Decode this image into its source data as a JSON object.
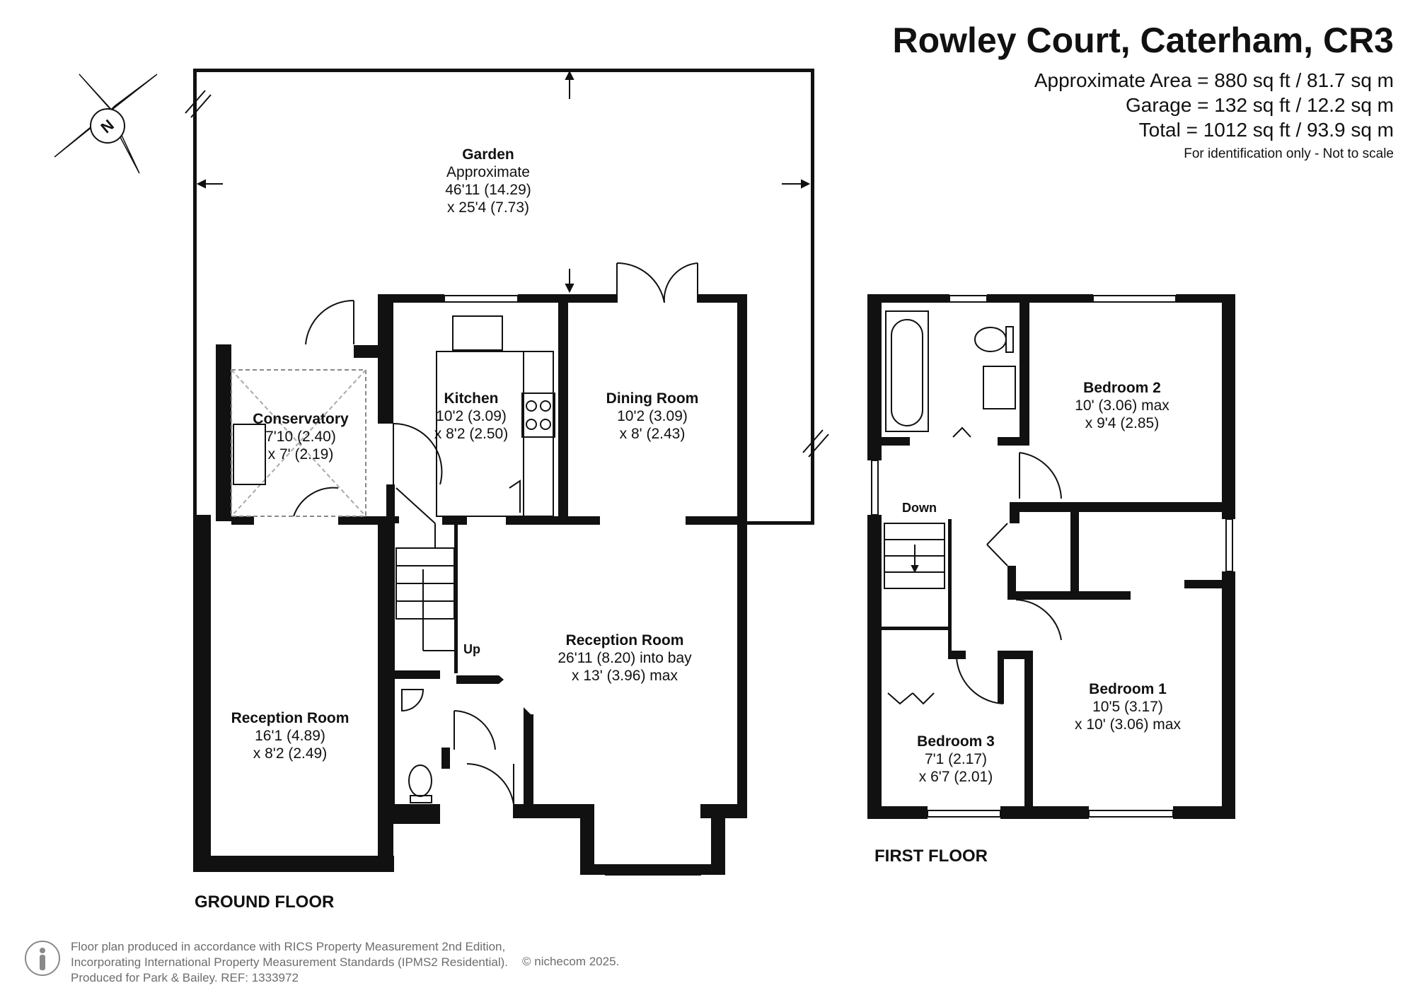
{
  "header": {
    "title": "Rowley Court, Caterham, CR3",
    "approximate_area": "Approximate Area = 880 sq ft / 81.7 sq m",
    "garage_area": "Garage = 132 sq ft / 12.2 sq m",
    "total_area": "Total = 1012 sq ft / 93.9 sq m",
    "disclaimer": "For identification only - Not to scale"
  },
  "compass": {
    "label": "N",
    "icon": "compass-icon"
  },
  "ground_floor": {
    "label": "GROUND FLOOR",
    "stairs_label": "Up",
    "rooms": {
      "garden": {
        "name": "Garden",
        "line1": "Approximate",
        "line2": "46'11 (14.29)",
        "line3": "x 25'4 (7.73)"
      },
      "kitchen": {
        "name": "Kitchen",
        "line1": "10'2 (3.09)",
        "line2": "x 8'2 (2.50)"
      },
      "dining": {
        "name": "Dining Room",
        "line1": "10'2 (3.09)",
        "line2": "x 8' (2.43)"
      },
      "conservatory": {
        "name": "Conservatory",
        "line1": "7'10 (2.40)",
        "line2": "x 7' (2.19)"
      },
      "reception_main": {
        "name": "Reception Room",
        "line1": "26'11 (8.20) into bay",
        "line2": "x 13' (3.96) max"
      },
      "reception_side": {
        "name": "Reception Room",
        "line1": "16'1 (4.89)",
        "line2": "x 8'2 (2.49)"
      }
    }
  },
  "first_floor": {
    "label": "FIRST FLOOR",
    "stairs_label": "Down",
    "rooms": {
      "bedroom2": {
        "name": "Bedroom 2",
        "line1": "10' (3.06) max",
        "line2": "x 9'4 (2.85)"
      },
      "bedroom1": {
        "name": "Bedroom 1",
        "line1": "10'5 (3.17)",
        "line2": "x 10' (3.06) max"
      },
      "bedroom3": {
        "name": "Bedroom 3",
        "line1": "7'1 (2.17)",
        "line2": "x 6'7 (2.01)"
      }
    }
  },
  "footer": {
    "line1": "Floor plan produced in accordance with RICS Property Measurement 2nd Edition,",
    "line2": "Incorporating International Property Measurement Standards (IPMS2 Residential).",
    "line3": "Produced for Park & Bailey.   REF:  1333972",
    "copyright": "© nichecom 2025."
  },
  "colors": {
    "wall": "#111111",
    "text": "#111111",
    "footer_text": "#6d6d6d",
    "background": "#ffffff"
  }
}
